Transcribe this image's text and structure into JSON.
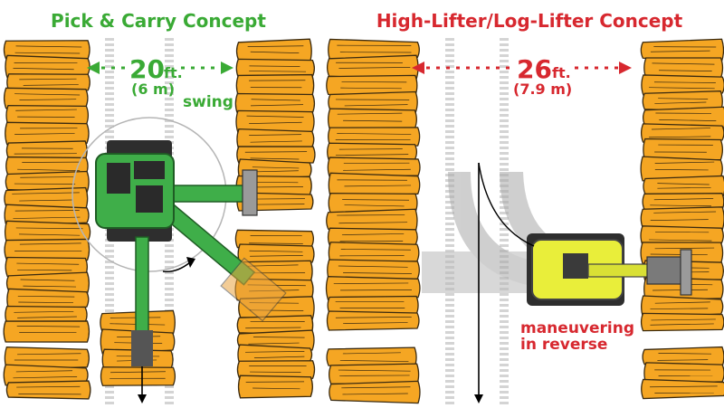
{
  "left": {
    "title": "Pick & Carry Concept",
    "distance_value": "20",
    "distance_unit": "ft.",
    "distance_metric": "(6 m)",
    "swing_label": "swing"
  },
  "right": {
    "title": "High-Lifter/Log-Lifter Concept",
    "distance_value": "26",
    "distance_unit": "ft.",
    "distance_metric": "(7.9 m)",
    "maneuver_label_line1": "maneuvering",
    "maneuver_label_line2": "in reverse"
  },
  "colors": {
    "green": "#3aaa35",
    "red": "#d7282f",
    "log_fill": "#f5a623",
    "log_stroke": "#3a2a10",
    "machine_green": "#3fae49",
    "machine_yellow": "#e9ee3a",
    "dark": "#2f2f2f",
    "grey_track": "#cfcfcf"
  }
}
